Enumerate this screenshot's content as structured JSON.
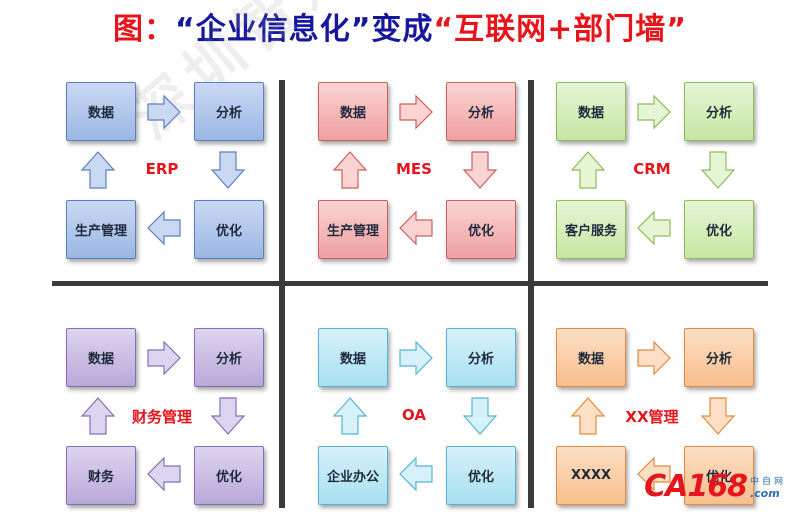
{
  "title": {
    "prefix": "图：",
    "part1": "“企业信息化”变成",
    "part2": "“互联网+部门墙”"
  },
  "watermark": "深圳智购网",
  "logo": {
    "main": "CA168",
    "zh": "中自网",
    "com": ".com"
  },
  "quadrants": [
    {
      "label": "ERP",
      "tl": "数据",
      "tr": "分析",
      "br": "优化",
      "bl": "生产管理",
      "fill": "#9bb6e4",
      "fill2": "#c9d9f2",
      "stroke": "#5d7fbf"
    },
    {
      "label": "MES",
      "tl": "数据",
      "tr": "分析",
      "br": "优化",
      "bl": "生产管理",
      "fill": "#f0a0a0",
      "fill2": "#fbd3d3",
      "stroke": "#c96060"
    },
    {
      "label": "CRM",
      "tl": "数据",
      "tr": "分析",
      "br": "优化",
      "bl": "客户服务",
      "fill": "#c6e6a2",
      "fill2": "#e6f5d4",
      "stroke": "#8dbb5c"
    },
    {
      "label": "财务管理",
      "tl": "数据",
      "tr": "分析",
      "br": "优化",
      "bl": "财务",
      "fill": "#b8a8d8",
      "fill2": "#ddd4ef",
      "stroke": "#8270b4"
    },
    {
      "label": "OA",
      "tl": "数据",
      "tr": "分析",
      "br": "优化",
      "bl": "企业办公",
      "fill": "#a7dff0",
      "fill2": "#d6f1f9",
      "stroke": "#56b4d4"
    },
    {
      "label": "XX管理",
      "tl": "数据",
      "tr": "分析",
      "br": "优化",
      "bl": "XXXX",
      "fill": "#f7bf8e",
      "fill2": "#fcdfc4",
      "stroke": "#e08b40"
    }
  ]
}
